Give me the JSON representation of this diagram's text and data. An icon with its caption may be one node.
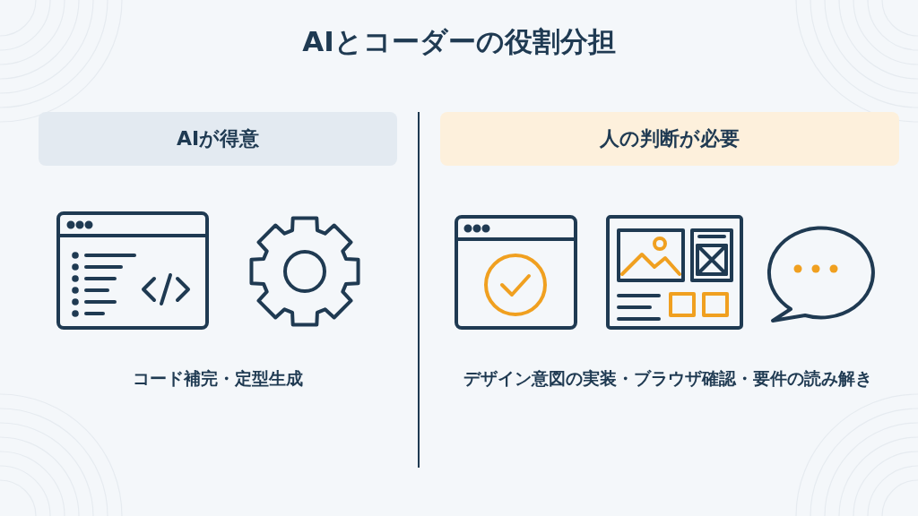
{
  "diagram": {
    "title": "AIとコーダーの役割分担",
    "nodes": [
      {
        "text": [
          "AIが得意"
        ]
      },
      {
        "text": [
          "人の判断が必要"
        ]
      }
    ],
    "labels": [
      "コード補完・定型生成",
      "デザイン意図の実装・ブラウザ確認・要件の読み解き"
    ]
  }
}
